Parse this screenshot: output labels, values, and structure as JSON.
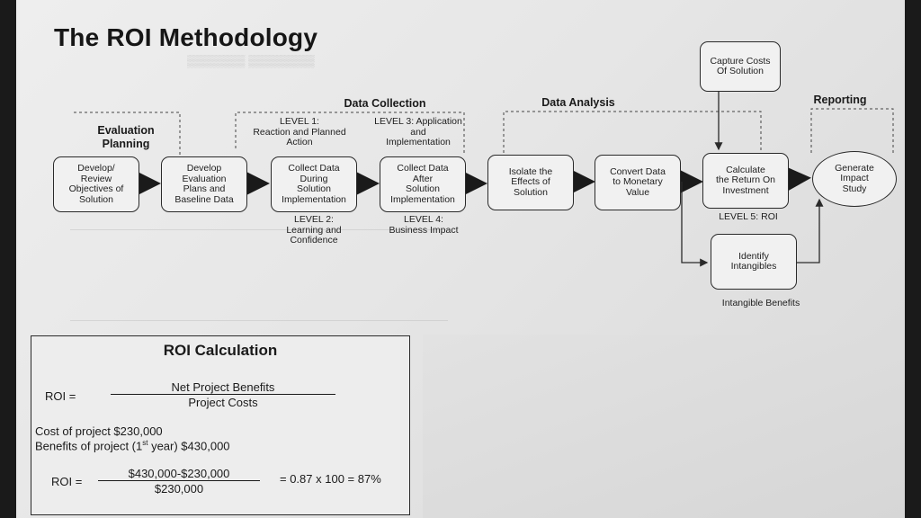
{
  "title": "The ROI Methodology",
  "sections": {
    "evaluation_planning": "Evaluation\nPlanning",
    "data_collection": "Data Collection",
    "data_analysis": "Data Analysis",
    "reporting": "Reporting"
  },
  "nodes": {
    "develop_objectives": "Develop/\nReview\nObjectives of\nSolution",
    "develop_evaluation": "Develop\nEvaluation\nPlans and\nBaseline Data",
    "collect_during": "Collect Data\nDuring\nSolution\nImplementation",
    "collect_after": "Collect Data\nAfter\nSolution\nImplementation",
    "isolate": "Isolate the\nEffects of\nSolution",
    "convert": "Convert Data\nto Monetary\nValue",
    "calculate": "Calculate\nthe Return On\nInvestment",
    "generate": "Generate\nImpact\nStudy",
    "capture_costs": "Capture Costs\nOf Solution",
    "intangibles": "Identify\nIntangibles"
  },
  "levels": {
    "level1": "LEVEL 1:\nReaction and Planned\nAction",
    "level2": "LEVEL 2:\nLearning and\nConfidence",
    "level3": "LEVEL 3:  Application\nand\nImplementation",
    "level4": "LEVEL 4:\nBusiness Impact",
    "level5": "LEVEL 5:  ROI",
    "intangible_benefits": "Intangible Benefits"
  },
  "calculation": {
    "title": "ROI Calculation",
    "roi_label_1": "ROI =",
    "numerator_1": "Net Project Benefits",
    "denominator_1": "Project Costs",
    "cost_line": "Cost of project $230,000",
    "benefits_prefix": "Benefits of project (1",
    "benefits_sup": "st",
    "benefits_suffix": " year) $430,000",
    "roi_label_2": "ROI =",
    "numerator_2": "$430,000-$230,000",
    "denominator_2": "$230,000",
    "result": "= 0.87 x 100 = 87%"
  }
}
